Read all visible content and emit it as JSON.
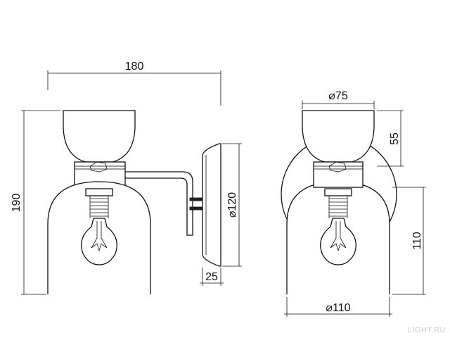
{
  "dimensions": {
    "width_total": "180",
    "height_total": "190",
    "backplate_diameter": "⌀120",
    "backplate_depth": "25",
    "cup_diameter": "⌀75",
    "cup_height": "55",
    "shade_height": "110",
    "shade_diameter": "⌀110"
  },
  "watermark": "LIGHT.RU"
}
